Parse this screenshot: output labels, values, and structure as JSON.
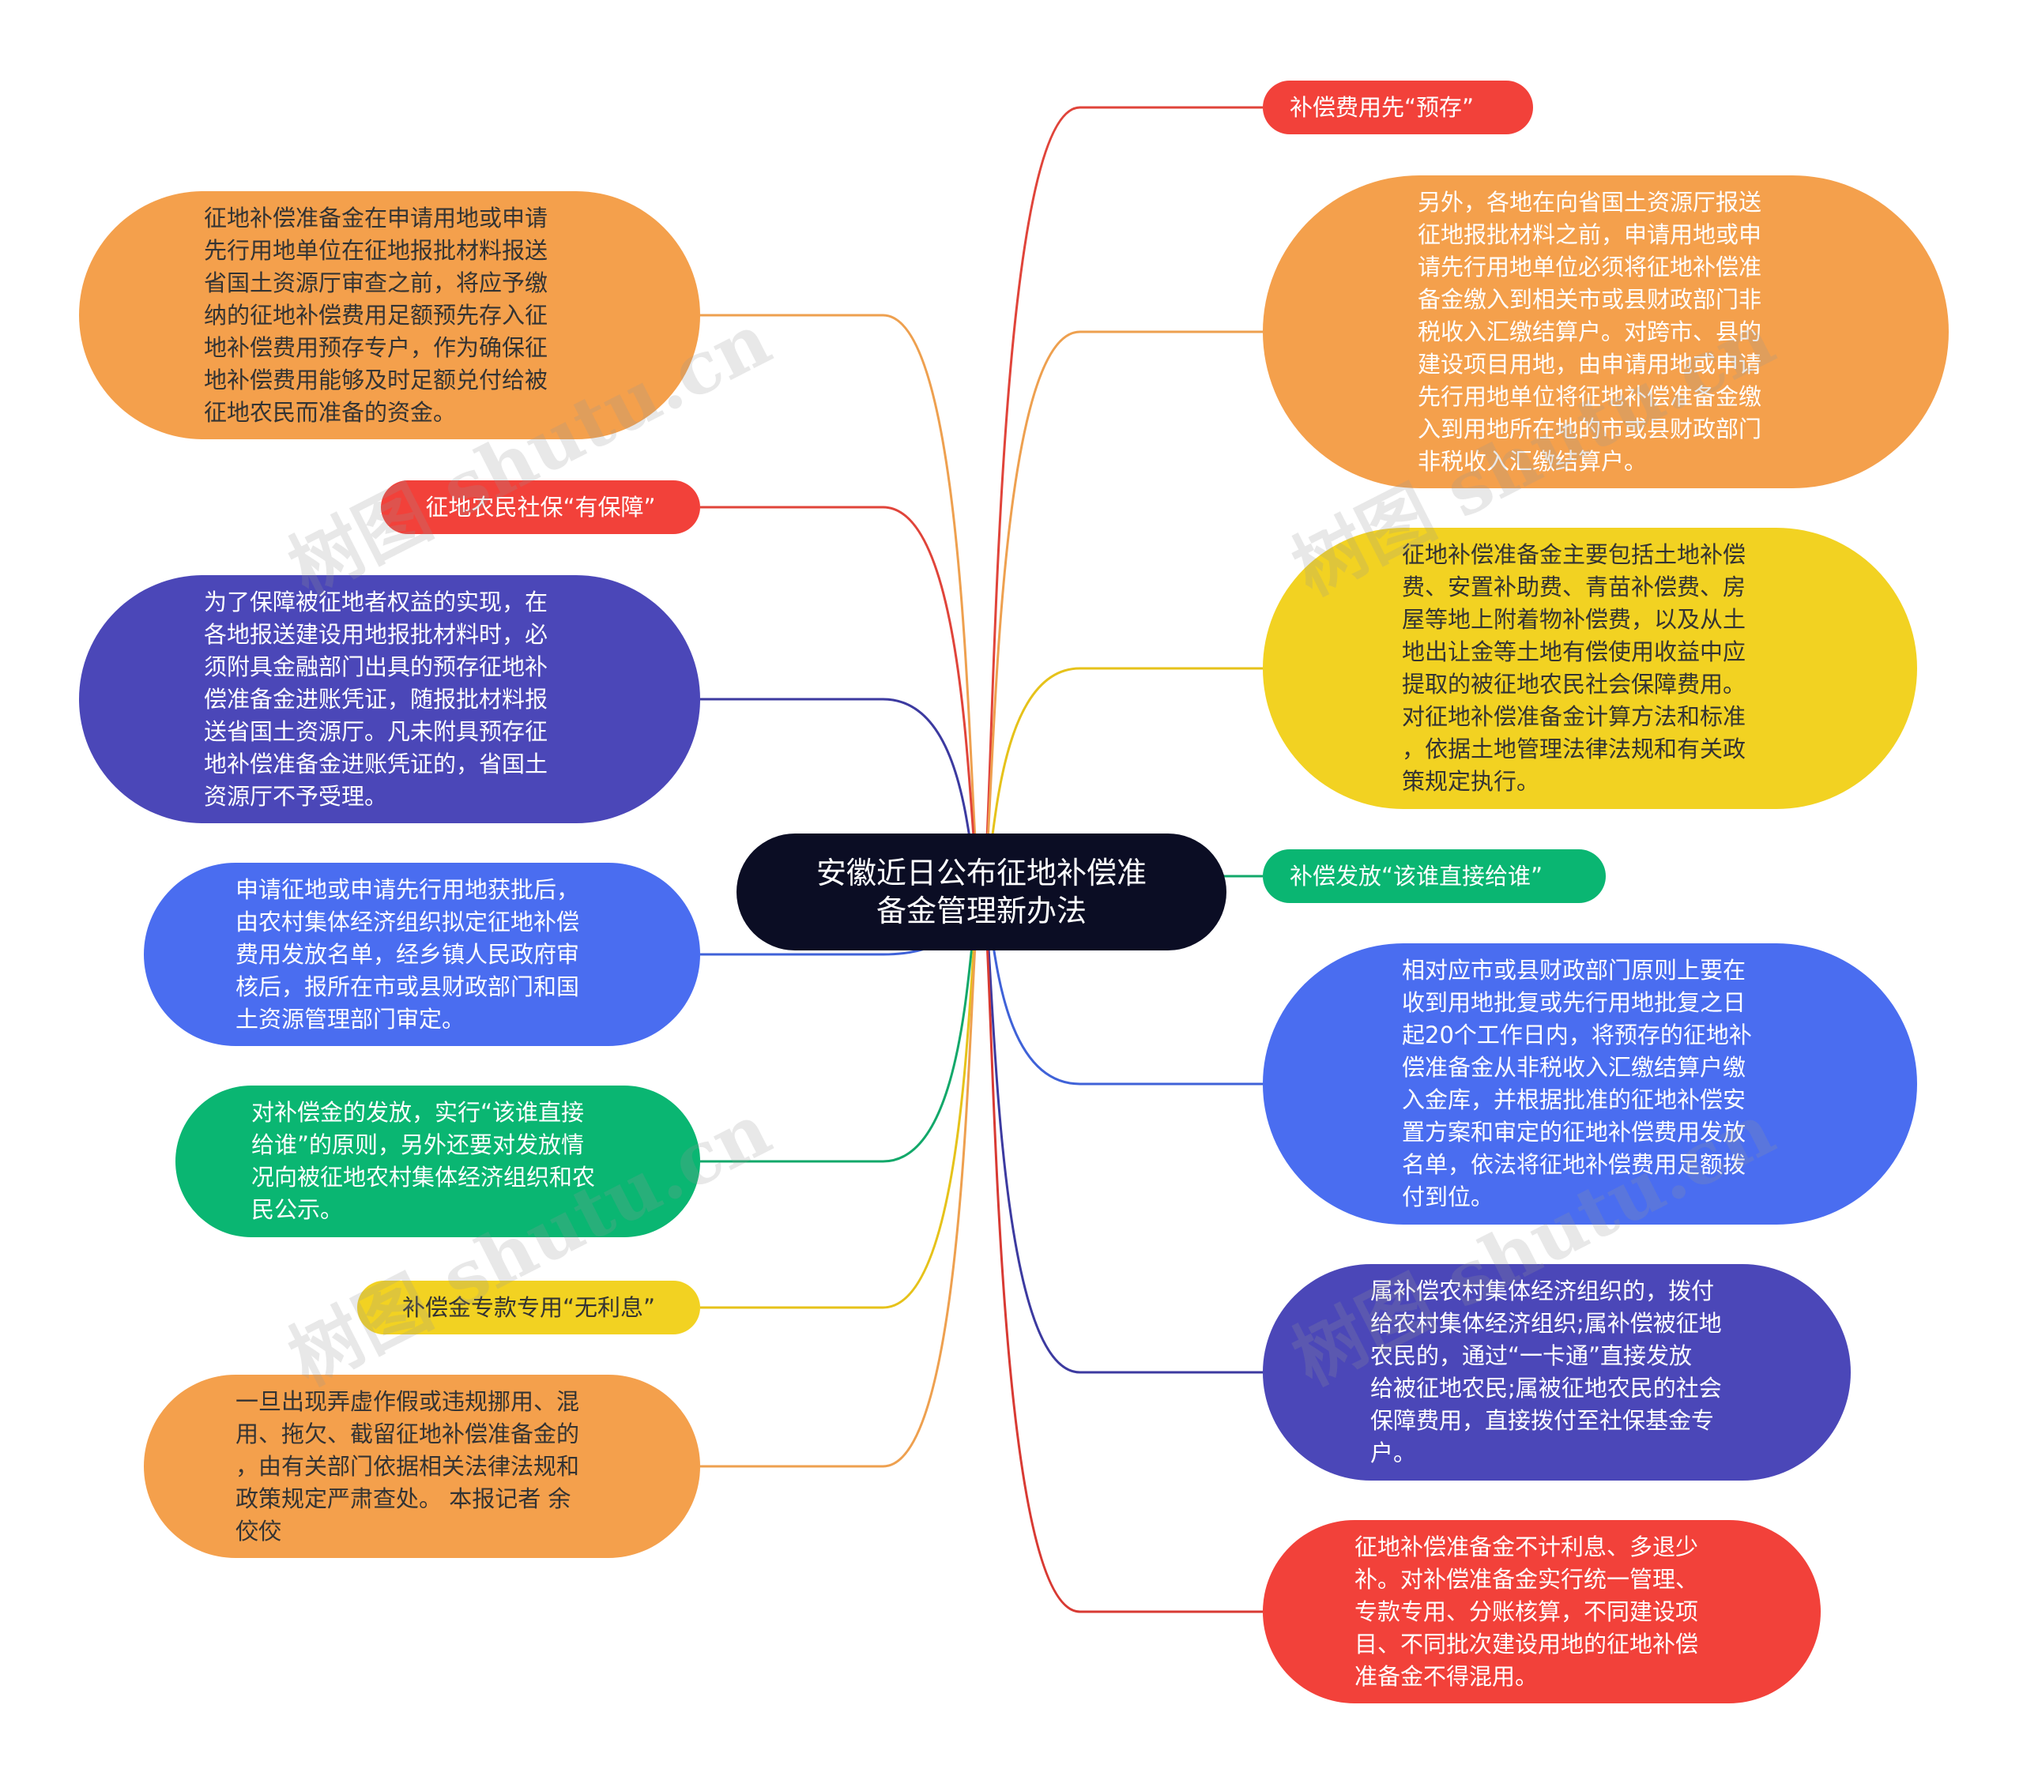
{
  "center": {
    "title": "安徽近日公布征地补偿准\n备金管理新办法"
  },
  "right_nodes": [
    {
      "id": "r1",
      "text": "补偿费用先“预存”",
      "color": "#f2413a",
      "link_color": "#e0443a"
    },
    {
      "id": "r2",
      "text": "另外，各地在向省国土资源厅报送\n征地报批材料之前，申请用地或申\n请先行用地单位必须将征地补偿准\n备金缴入到相关市或县财政部门非\n税收入汇缴结算户。对跨市、县的\n建设项目用地，由申请用地或申请\n先行用地单位将征地补偿准备金缴\n入到用地所在地的市或县财政部门\n非税收入汇缴结算户。",
      "color": "#f4a04c",
      "link_color": "#eea04f"
    },
    {
      "id": "r3",
      "text": "征地补偿准备金主要包括土地补偿\n费、安置补助费、青苗补偿费、房\n屋等地上附着物补偿费，以及从土\n地出让金等土地有偿使用收益中应\n提取的被征地农民社会保障费用。\n对征地补偿准备金计算方法和标准\n，依据土地管理法律法规和有关政\n策规定执行。",
      "color": "#f2d222",
      "link_color": "#e6c21a"
    },
    {
      "id": "r4",
      "text": "补偿发放“该谁直接给谁”",
      "color": "#0ab672",
      "link_color": "#12a86a"
    },
    {
      "id": "r5",
      "text": "相对应市或县财政部门原则上要在\n收到用地批复或先行用地批复之日\n起20个工作日内，将预存的征地补\n偿准备金从非税收入汇缴结算户缴\n入金库，并根据批准的征地补偿安\n置方案和审定的征地补偿费用发放\n名单，依法将征地补偿费用足额拨\n付到位。",
      "color": "#4a6df0",
      "link_color": "#3f62d8"
    },
    {
      "id": "r6",
      "text": "属补偿农村集体经济组织的，拨付\n给农村集体经济组织;属补偿被征地\n农民的，通过“一卡通”直接发放\n给被征地农民;属被征地农民的社会\n保障费用，直接拨付至社保基金专\n户。",
      "color": "#4b47b8",
      "link_color": "#3c3aa0"
    },
    {
      "id": "r7",
      "text": "征地补偿准备金不计利息、多退少\n补。对补偿准备金实行统一管理、\n专款专用、分账核算，不同建设项\n目、不同批次建设用地的征地补偿\n准备金不得混用。",
      "color": "#f2413a",
      "link_color": "#d83a33"
    }
  ],
  "left_nodes": [
    {
      "id": "l1",
      "text": "征地补偿准备金在申请用地或申请\n先行用地单位在征地报批材料报送\n省国土资源厅审查之前，将应予缴\n纳的征地补偿费用足额预先存入征\n地补偿费用预存专户，作为确保征\n地补偿费用能够及时足额兑付给被\n征地农民而准备的资金。",
      "color": "#f4a04c",
      "link_color": "#eea04f"
    },
    {
      "id": "l2",
      "text": "征地农民社保“有保障”",
      "color": "#f2413a",
      "link_color": "#e0443a"
    },
    {
      "id": "l3",
      "text": "为了保障被征地者权益的实现，在\n各地报送建设用地报批材料时，必\n须附具金融部门出具的预存征地补\n偿准备金进账凭证，随报批材料报\n送省国土资源厅。凡未附具预存征\n地补偿准备金进账凭证的，省国土\n资源厅不予受理。",
      "color": "#4b47b8",
      "link_color": "#3c3aa0"
    },
    {
      "id": "l4",
      "text": "申请征地或申请先行用地获批后，\n由农村集体经济组织拟定征地补偿\n费用发放名单，经乡镇人民政府审\n核后，报所在市或县财政部门和国\n土资源管理部门审定。",
      "color": "#4a6df0",
      "link_color": "#3f62d8"
    },
    {
      "id": "l5",
      "text": "对补偿金的发放，实行“该谁直接\n给谁”的原则，另外还要对发放情\n况向被征地农村集体经济组织和农\n民公示。",
      "color": "#0ab672",
      "link_color": "#12a86a"
    },
    {
      "id": "l6",
      "text": "补偿金专款专用“无利息”",
      "color": "#f2d222",
      "link_color": "#e6c21a"
    },
    {
      "id": "l7",
      "text": "一旦出现弄虚作假或违规挪用、混\n用、拖欠、截留征地补偿准备金的\n，由有关部门依据相关法律法规和\n政策规定严肃查处。 本报记者 余\n佼佼",
      "color": "#f4a04c",
      "link_color": "#eea04f"
    }
  ],
  "watermark": "树图 shutu.cn"
}
